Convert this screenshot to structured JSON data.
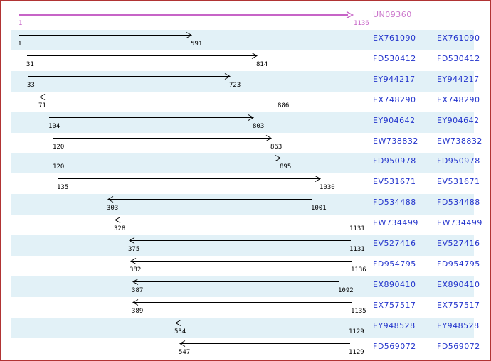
{
  "reference": {
    "id": "UN09360",
    "start_label": "1",
    "end_label": "1136",
    "start": 1,
    "end": 1136
  },
  "alignments": [
    {
      "acc": "EX761090",
      "start": 1,
      "end": 591,
      "direction": "right"
    },
    {
      "acc": "FD530412",
      "start": 31,
      "end": 814,
      "direction": "right"
    },
    {
      "acc": "EY944217",
      "start": 33,
      "end": 723,
      "direction": "right"
    },
    {
      "acc": "EX748290",
      "start": 71,
      "end": 886,
      "direction": "left"
    },
    {
      "acc": "EY904642",
      "start": 104,
      "end": 803,
      "direction": "right"
    },
    {
      "acc": "EW738832",
      "start": 120,
      "end": 863,
      "direction": "right"
    },
    {
      "acc": "FD950978",
      "start": 120,
      "end": 895,
      "direction": "right"
    },
    {
      "acc": "EV531671",
      "start": 135,
      "end": 1030,
      "direction": "right"
    },
    {
      "acc": "FD534488",
      "start": 303,
      "end": 1001,
      "direction": "left"
    },
    {
      "acc": "EW734499",
      "start": 328,
      "end": 1131,
      "direction": "left"
    },
    {
      "acc": "EV527416",
      "start": 375,
      "end": 1131,
      "direction": "left"
    },
    {
      "acc": "FD954795",
      "start": 382,
      "end": 1136,
      "direction": "left"
    },
    {
      "acc": "EX890410",
      "start": 387,
      "end": 1092,
      "direction": "left"
    },
    {
      "acc": "EX757517",
      "start": 389,
      "end": 1135,
      "direction": "left"
    },
    {
      "acc": "EY948528",
      "start": 534,
      "end": 1129,
      "direction": "left"
    },
    {
      "acc": "FD569072",
      "start": 547,
      "end": 1129,
      "direction": "left"
    }
  ],
  "colors": {
    "frame_border": "#b13434",
    "row_band": "#e2f1f7",
    "accession_link": "#2233cc",
    "reference_magenta": "#c764c7",
    "alignment_arrow": "#000000"
  },
  "chart_data": {
    "type": "bar",
    "subtype": "horizontal-range-alignment",
    "orientation": "horizontal",
    "title": "UN09360",
    "xlim": [
      1,
      1136
    ],
    "grid": false,
    "reference": {
      "label": "UN09360",
      "start": 1,
      "end": 1136,
      "direction": "forward"
    },
    "categories": [
      "EX761090",
      "FD530412",
      "EY944217",
      "EX748290",
      "EY904642",
      "EW738832",
      "FD950978",
      "EV531671",
      "FD534488",
      "EW734499",
      "EV527416",
      "FD954795",
      "EX890410",
      "EX757517",
      "EY948528",
      "FD569072"
    ],
    "series": [
      {
        "name": "alignment_start",
        "values": [
          1,
          31,
          33,
          71,
          104,
          120,
          120,
          135,
          303,
          328,
          375,
          382,
          387,
          389,
          534,
          547
        ]
      },
      {
        "name": "alignment_end",
        "values": [
          591,
          814,
          723,
          886,
          803,
          863,
          895,
          1030,
          1001,
          1131,
          1131,
          1136,
          1092,
          1135,
          1129,
          1129
        ]
      }
    ],
    "directions": [
      "forward",
      "forward",
      "forward",
      "reverse",
      "forward",
      "forward",
      "forward",
      "forward",
      "reverse",
      "reverse",
      "reverse",
      "reverse",
      "reverse",
      "reverse",
      "reverse",
      "reverse"
    ]
  }
}
